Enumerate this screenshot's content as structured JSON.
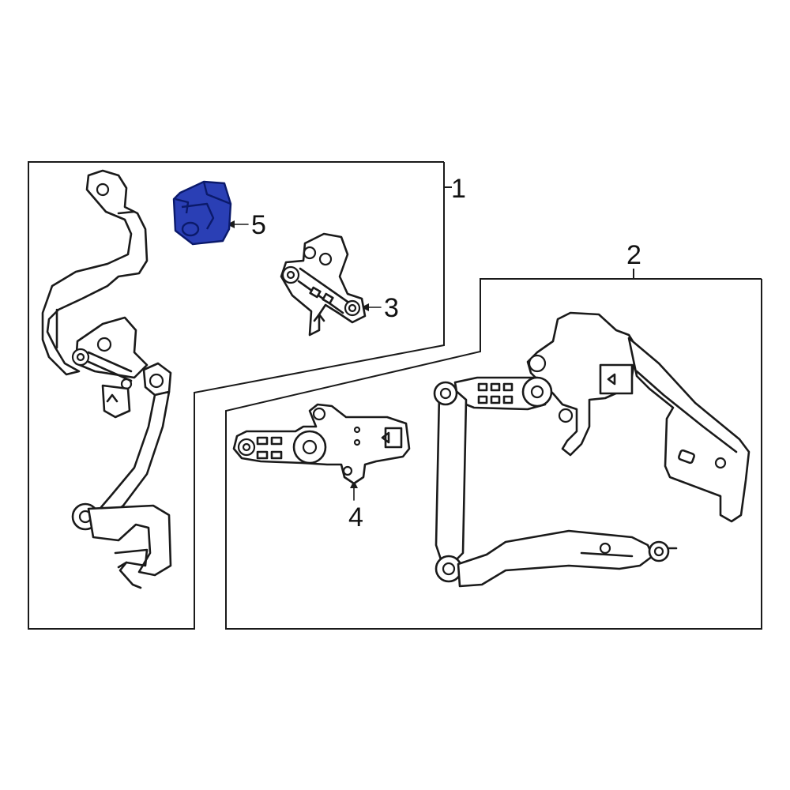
{
  "callouts": {
    "c1": "1",
    "c2": "2",
    "c3": "3",
    "c4": "4",
    "c5": "5"
  },
  "highlight_color": "#2a3fb5",
  "highlighted_part": "5"
}
